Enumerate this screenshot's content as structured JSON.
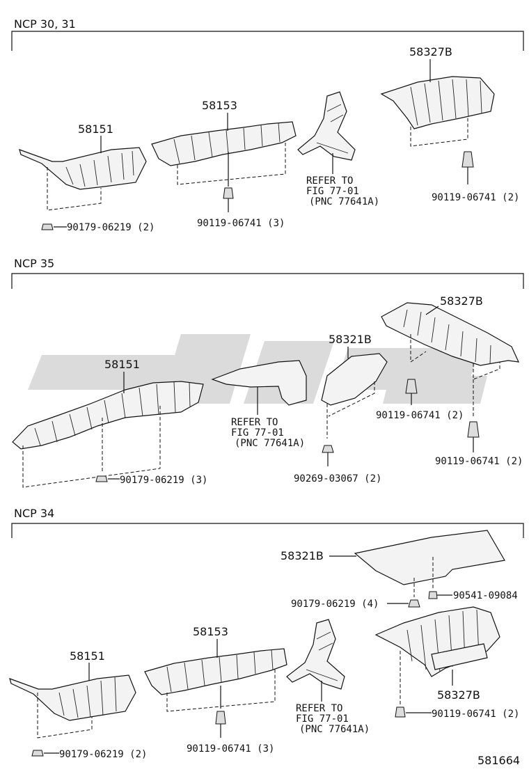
{
  "sections": [
    {
      "title": "NCP 30, 31",
      "labels": [
        "58151",
        "58153",
        "58327B",
        "90179-06219 (2)",
        "90119-06741 (3)",
        "90119-06741 (2)"
      ],
      "refer": [
        "REFER TO",
        "FIG 77-01",
        "(PNC 77641A)"
      ]
    },
    {
      "title": "NCP 35",
      "labels": [
        "58151",
        "58321B",
        "58327B",
        "90179-06219 (3)",
        "90269-03067 (2)",
        "90119-06741 (2)",
        "90119-06741 (2)"
      ],
      "refer": [
        "REFER TO",
        "FIG 77-01",
        "(PNC 77641A)"
      ]
    },
    {
      "title": "NCP 34",
      "labels": [
        "58321B",
        "90179-06219 (4)",
        "90541-09084",
        "58153",
        "58151",
        "58327B",
        "90179-06219 (2)",
        "90119-06741 (3)",
        "90119-06741 (2)"
      ],
      "refer": [
        "REFER TO",
        "FIG 77-01",
        "(PNC 77641A)"
      ]
    }
  ],
  "diagram_id": "581664"
}
